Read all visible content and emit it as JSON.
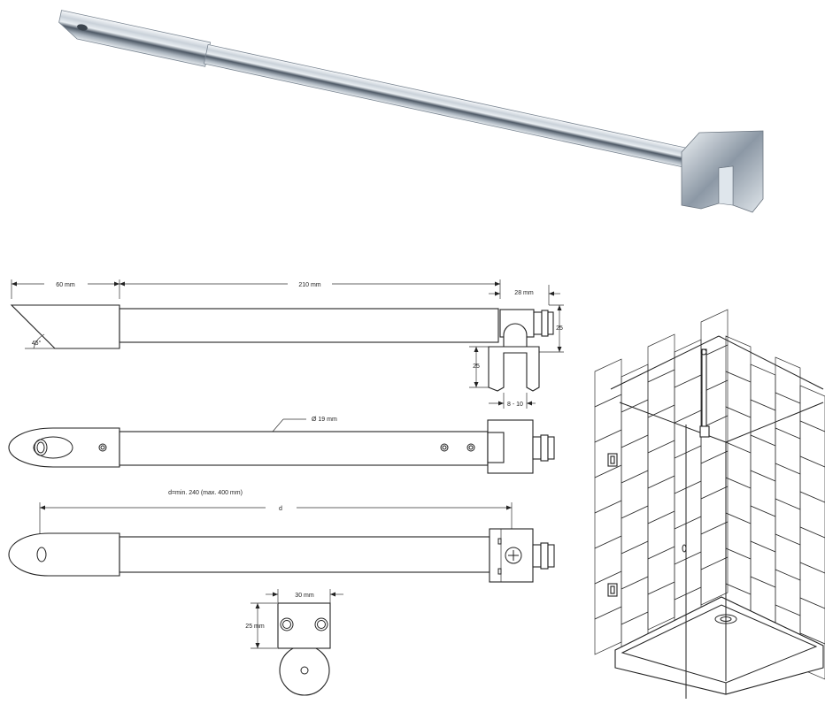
{
  "diagram": {
    "labels": {
      "dim_60": "60 mm",
      "dim_210": "210 mm",
      "dim_28": "28 mm",
      "dim_25_right": "25",
      "dim_25_left": "25",
      "angle_45": "45°",
      "dim_8_10": "8 - 10",
      "diameter_19": "Ø 19 mm",
      "d_range": "d=min. 240 (max. 400 mm)",
      "d_symbol": "d",
      "dim_30": "30 mm",
      "dim_25mm": "25 mm"
    },
    "colors": {
      "line": "#222222",
      "chrome_light": "#f4f6f8",
      "chrome_dark": "#5f6b78",
      "chrome_mid": "#b8c2cc"
    }
  }
}
